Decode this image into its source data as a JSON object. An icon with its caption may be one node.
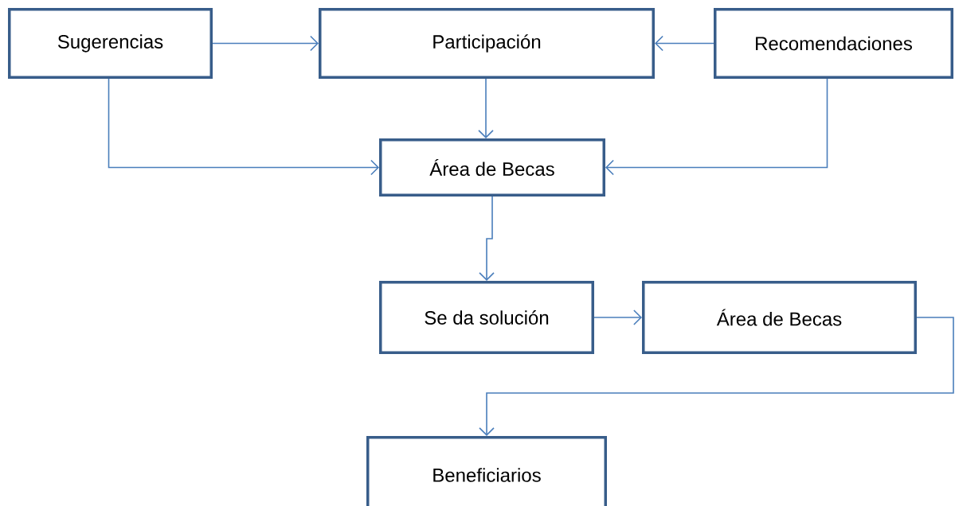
{
  "diagram": {
    "nodes": [
      {
        "text": [
          "Sugerencias"
        ]
      },
      {
        "text": [
          "Participación"
        ]
      },
      {
        "text": [
          "Recomendaciones"
        ]
      },
      {
        "text": [
          "Área de Becas"
        ]
      },
      {
        "text": [
          "Se da solución"
        ]
      },
      {
        "text": [
          "Área de Becas"
        ]
      },
      {
        "text": [
          "Beneficiarios"
        ]
      }
    ],
    "edges": [
      {
        "from": 0,
        "to": 1,
        "arrow": "to"
      },
      {
        "from": 2,
        "to": 1,
        "arrow": "to"
      },
      {
        "from": 1,
        "to": 3,
        "arrow": "to"
      },
      {
        "from": 0,
        "to": 3,
        "arrow": "to"
      },
      {
        "from": 2,
        "to": 3,
        "arrow": "to"
      },
      {
        "from": 3,
        "to": 4,
        "arrow": "to"
      },
      {
        "from": 4,
        "to": 5,
        "arrow": "to"
      },
      {
        "from": 5,
        "to": 6,
        "arrow": "to"
      }
    ]
  }
}
